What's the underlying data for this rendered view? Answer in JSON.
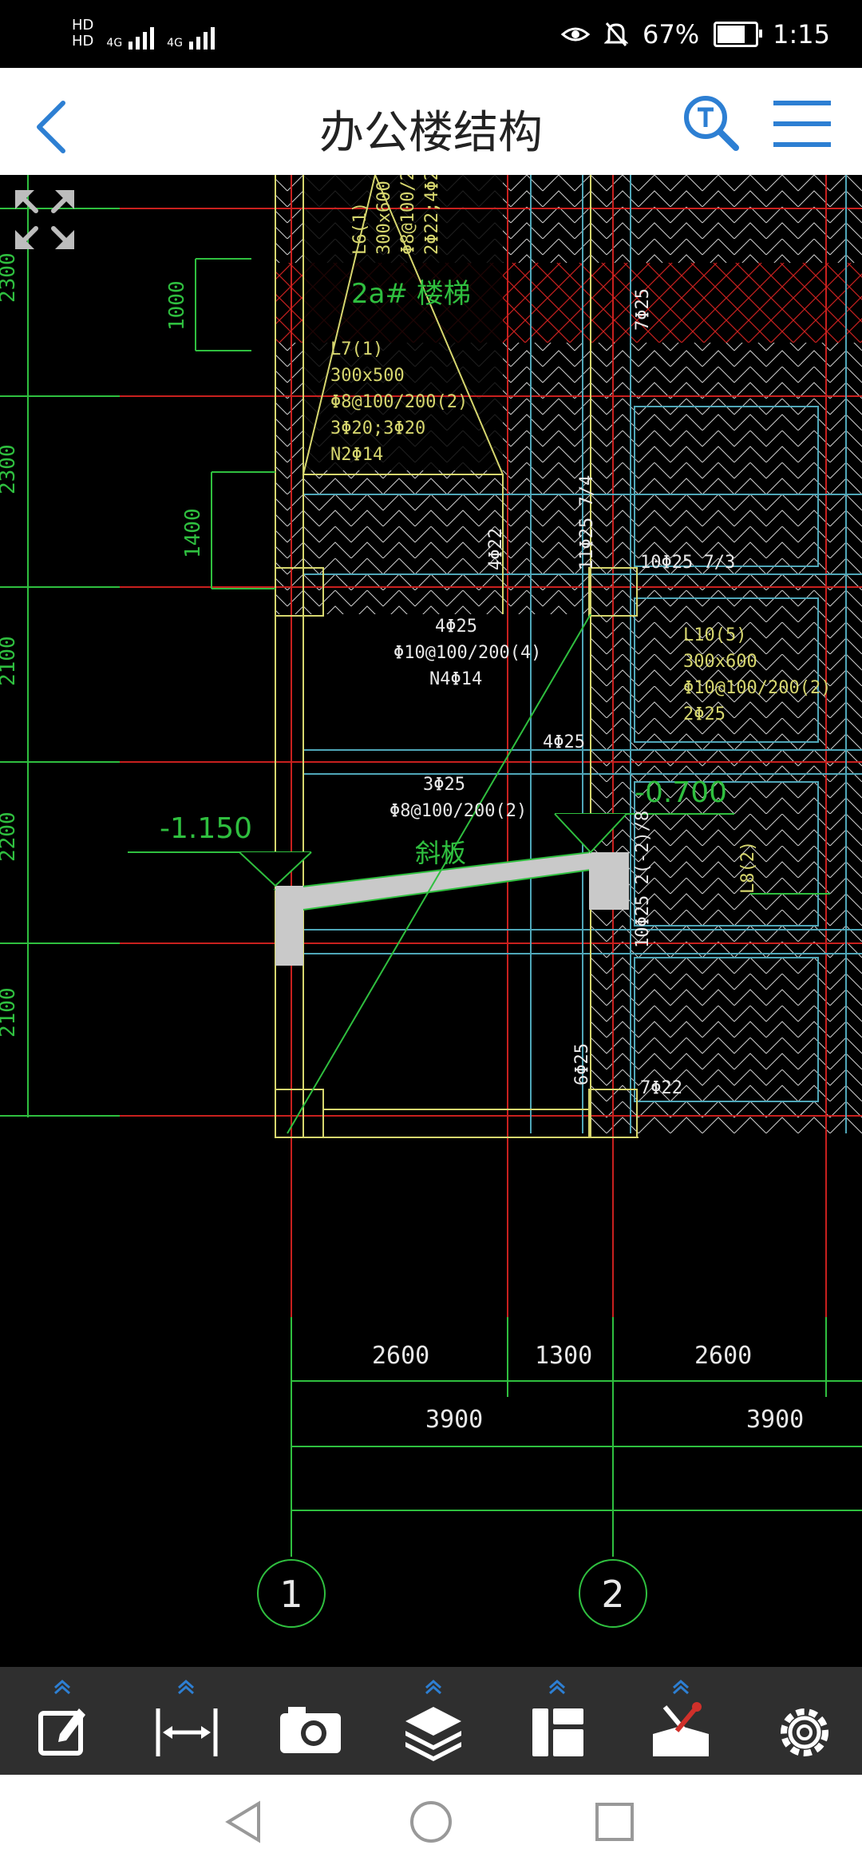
{
  "status_bar": {
    "hd1": "HD",
    "hd2": "HD",
    "net1": "4G",
    "net2": "4G",
    "battery": "67%",
    "time": "1:15"
  },
  "header": {
    "title": "办公楼结构"
  },
  "drawing": {
    "left_dims": [
      "2300",
      "2300",
      "2100",
      "2200",
      "2100"
    ],
    "inner_dims": [
      "1000",
      "1400"
    ],
    "bottom_dims_row1": [
      "2600",
      "1300",
      "2600"
    ],
    "bottom_dims_row2": [
      "3900",
      "3900"
    ],
    "axis_labels": [
      "1",
      "2"
    ],
    "level_left": "-1.150",
    "level_right": "-0.700",
    "stair_label": "2a# 楼梯",
    "slope_label": "斜板",
    "beam_top_vertical": [
      "L6(1)",
      "300x600",
      "Φ8@100/2",
      "2Φ22;4Φ2"
    ],
    "beam_l7": [
      "L7(1)",
      "300x500",
      "Φ8@100/200(2)",
      "3Φ20;3Φ20",
      "N2Φ14"
    ],
    "beam_mid": [
      "4Φ25",
      "Φ10@100/200(4)",
      "N4Φ14"
    ],
    "beam_l10": [
      "L10(5)",
      "300x600",
      "Φ10@100/200(2)",
      "2Φ25"
    ],
    "beam_lower": [
      "3Φ25",
      "Φ8@100/200(2)"
    ],
    "rebar_4phi25": "4Φ25",
    "rebar_4phi22": "4Φ22",
    "rebar_11phi25": "11Φ25 7/4",
    "rebar_10phi25_top": "10Φ25 7/3",
    "rebar_7phi25": "7Φ25",
    "rebar_10phi25_side": "10Φ25 2(-2)/8",
    "rebar_6phi25": "6Φ25",
    "rebar_7phi22": "7Φ22",
    "l8": "L8(2)"
  },
  "toolbar": {
    "items": [
      "edit",
      "measure",
      "camera",
      "layers",
      "layout",
      "tools",
      "settings"
    ]
  },
  "icons": {
    "fullscreen": "expand-icon",
    "back": "chevron-left-icon",
    "search": "search-text-icon",
    "menu": "hamburger-icon"
  },
  "colors": {
    "accent": "#2d7fd3",
    "cad_green": "#2fbf3f",
    "cad_red": "#c8201e",
    "cad_yellow": "#d6d66e",
    "cad_cyan": "#4fa6b8"
  }
}
